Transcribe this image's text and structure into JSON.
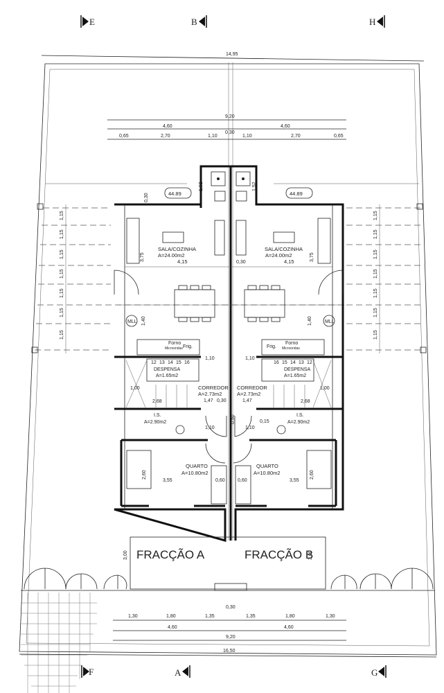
{
  "section_marks": {
    "top": [
      "E",
      "B",
      "H"
    ],
    "bottom": [
      "F",
      "A",
      "G"
    ]
  },
  "dims_top": {
    "overall": "14,95",
    "middle": "9,20",
    "unit_a": "4,60",
    "unit_b": "4,60",
    "wall": "0,30",
    "sub": [
      "0,65",
      "2,70",
      "1,10",
      "1,10",
      "2,70",
      "0,65"
    ],
    "bump_height": "1,52",
    "wall_v": "0,30"
  },
  "levels": [
    "44.89",
    "44.89"
  ],
  "lot_spacing": "1,15",
  "units": [
    {
      "living": "SALA/COZINHA",
      "living_area": "A=24.00m2",
      "living_width": "4,15",
      "living_v": "3,75",
      "laundry": "MLL",
      "laundry_dim": "1,40",
      "oven": "Forno",
      "microwave": "Microondas",
      "fridge": "Frig.",
      "hall_dim": "1,10",
      "pantry": "DESPENSA",
      "pantry_area": "A=1.65m2",
      "stair_steps": [
        "12",
        "13",
        "14",
        "15",
        "16"
      ],
      "corridor": "CORREDOR",
      "corridor_area": "A=2.73m2",
      "corridor_dim": "1,47",
      "stair_w": "1,00",
      "stair_l": "2,68",
      "wc": "I.S.",
      "wc_area": "A=2.90m2",
      "wc_dim": "1,10",
      "bedroom": "QUARTO",
      "bedroom_area": "A=10.80m2",
      "bedroom_w": "3,55",
      "bedroom_h": "2,60",
      "closet": "0,60"
    },
    {
      "living": "SALA/COZINHA",
      "living_area": "A=24.00m2",
      "living_width": "4,15",
      "living_v": "3,75",
      "laundry": "MLL",
      "laundry_dim": "1,40",
      "oven": "Forno",
      "microwave": "Microondas",
      "fridge": "Frig.",
      "hall_dim": "1,10",
      "pantry": "DESPENSA",
      "pantry_area": "A=1.65m2",
      "stair_steps": [
        "16",
        "15",
        "14",
        "13",
        "12"
      ],
      "corridor": "CORREDOR",
      "corridor_area": "A=2.73m2",
      "corridor_dim": "1,47",
      "stair_w": "1,00",
      "stair_l": "2,68",
      "wc": "I.S.",
      "wc_area": "A=2.90m2",
      "wc_dim": "1,10",
      "bedroom": "QUARTO",
      "bedroom_area": "A=10.80m2",
      "bedroom_w": "3,55",
      "bedroom_h": "2,60",
      "closet": "0,60"
    }
  ],
  "center_dims": {
    "corridor_wall": "0,30",
    "sala_wall": "0,30",
    "wc_gap": "0,15",
    "wc_v": "0,50"
  },
  "fractions": [
    "FRACÇÃO A",
    "FRACÇÃO B"
  ],
  "parking_depth": "3,00",
  "dims_bottom": {
    "gap": "0,30",
    "sub": [
      "1,30",
      "1,80",
      "1,35",
      "1,35",
      "1,80",
      "1,30"
    ],
    "unit_a": "4,60",
    "unit_b": "4,60",
    "middle": "9,20",
    "overall": "16,50"
  }
}
